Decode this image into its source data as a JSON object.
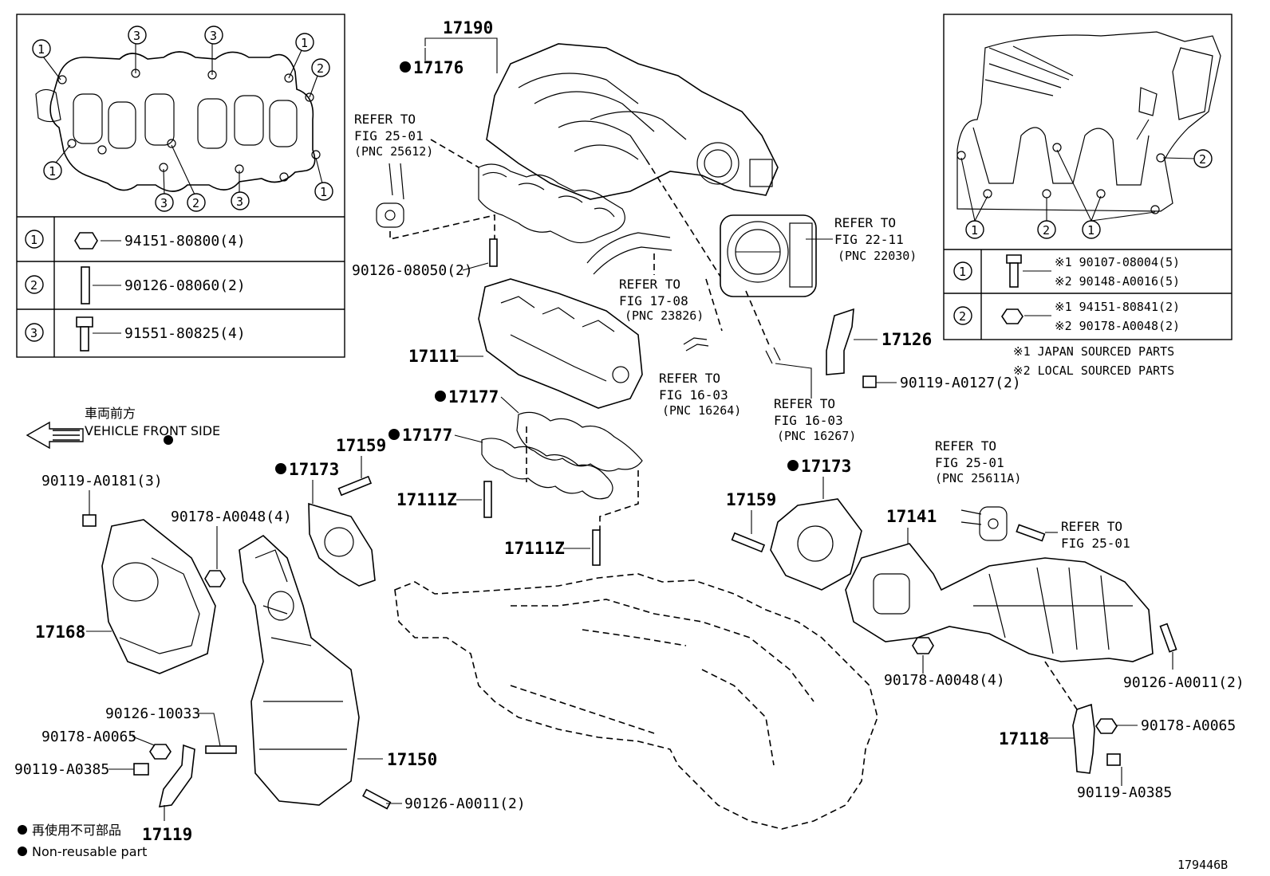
{
  "diagram_code": "179446B",
  "legend": {
    "jp": "再使用不可部品",
    "en": "Non-reusable part"
  },
  "front_arrow": {
    "jp": "車両前方",
    "en": "VEHICLE FRONT SIDE"
  },
  "inset_left": {
    "callouts": [
      "1",
      "2",
      "3"
    ],
    "rows": [
      {
        "key": "1",
        "part": "94151-80800(4)"
      },
      {
        "key": "2",
        "part": "90126-08060(2)"
      },
      {
        "key": "3",
        "part": "91551-80825(4)"
      }
    ]
  },
  "inset_right": {
    "rows": [
      {
        "key": "1",
        "a": "※1 90107-08004(5)",
        "b": "※2 90148-A0016(5)"
      },
      {
        "key": "2",
        "a": "※1 94151-80841(2)",
        "b": "※2 90178-A0048(2)"
      }
    ],
    "note1": "※1 JAPAN SOURCED PARTS",
    "note2": "※2 LOCAL SOURCED PARTS"
  },
  "labels": {
    "p17190": "17190",
    "p17176": "17176",
    "p17111": "17111",
    "p17177a": "17177",
    "p17177b": "17177",
    "p17111z_a": "17111Z",
    "p17111z_b": "17111Z",
    "p17159a": "17159",
    "p17159b": "17159",
    "p17173a": "17173",
    "p17173b": "17173",
    "p17126": "17126",
    "p17141": "17141",
    "p17168": "17168",
    "p17150": "17150",
    "p17119": "17119",
    "p17118": "17118",
    "b9012608050": "90126-08050(2)",
    "b90119A0127": "90119-A0127(2)",
    "b90119A0181": "90119-A0181(3)",
    "b90178A0048L": "90178-A0048(4)",
    "b90178A0048R": "90178-A0048(4)",
    "b9012610033": "90126-10033",
    "b90178A0065L": "90178-A0065",
    "b90119A0385L": "90119-A0385",
    "b90126A0011L": "90126-A0011(2)",
    "b90126A0011R": "90126-A0011(2)",
    "b90178A0065R": "90178-A0065",
    "b90119A0385R": "90119-A0385"
  },
  "refs": {
    "r25612": {
      "l1": "REFER TO",
      "l2": "FIG 25-01",
      "l3": "(PNC 25612)"
    },
    "r22030": {
      "l1": "REFER TO",
      "l2": "FIG 22-11",
      "l3": "(PNC 22030)"
    },
    "r23826": {
      "l1": "REFER TO",
      "l2": "FIG 17-08",
      "l3": "(PNC 23826)"
    },
    "r16264": {
      "l1": "REFER TO",
      "l2": "FIG 16-03",
      "l3": "(PNC 16264)"
    },
    "r16267": {
      "l1": "REFER TO",
      "l2": "FIG 16-03",
      "l3": "(PNC 16267)"
    },
    "r25611A": {
      "l1": "REFER TO",
      "l2": "FIG 25-01",
      "l3": "(PNC 25611A)"
    },
    "r2501": {
      "l1": "REFER TO",
      "l2": "FIG 25-01"
    }
  }
}
